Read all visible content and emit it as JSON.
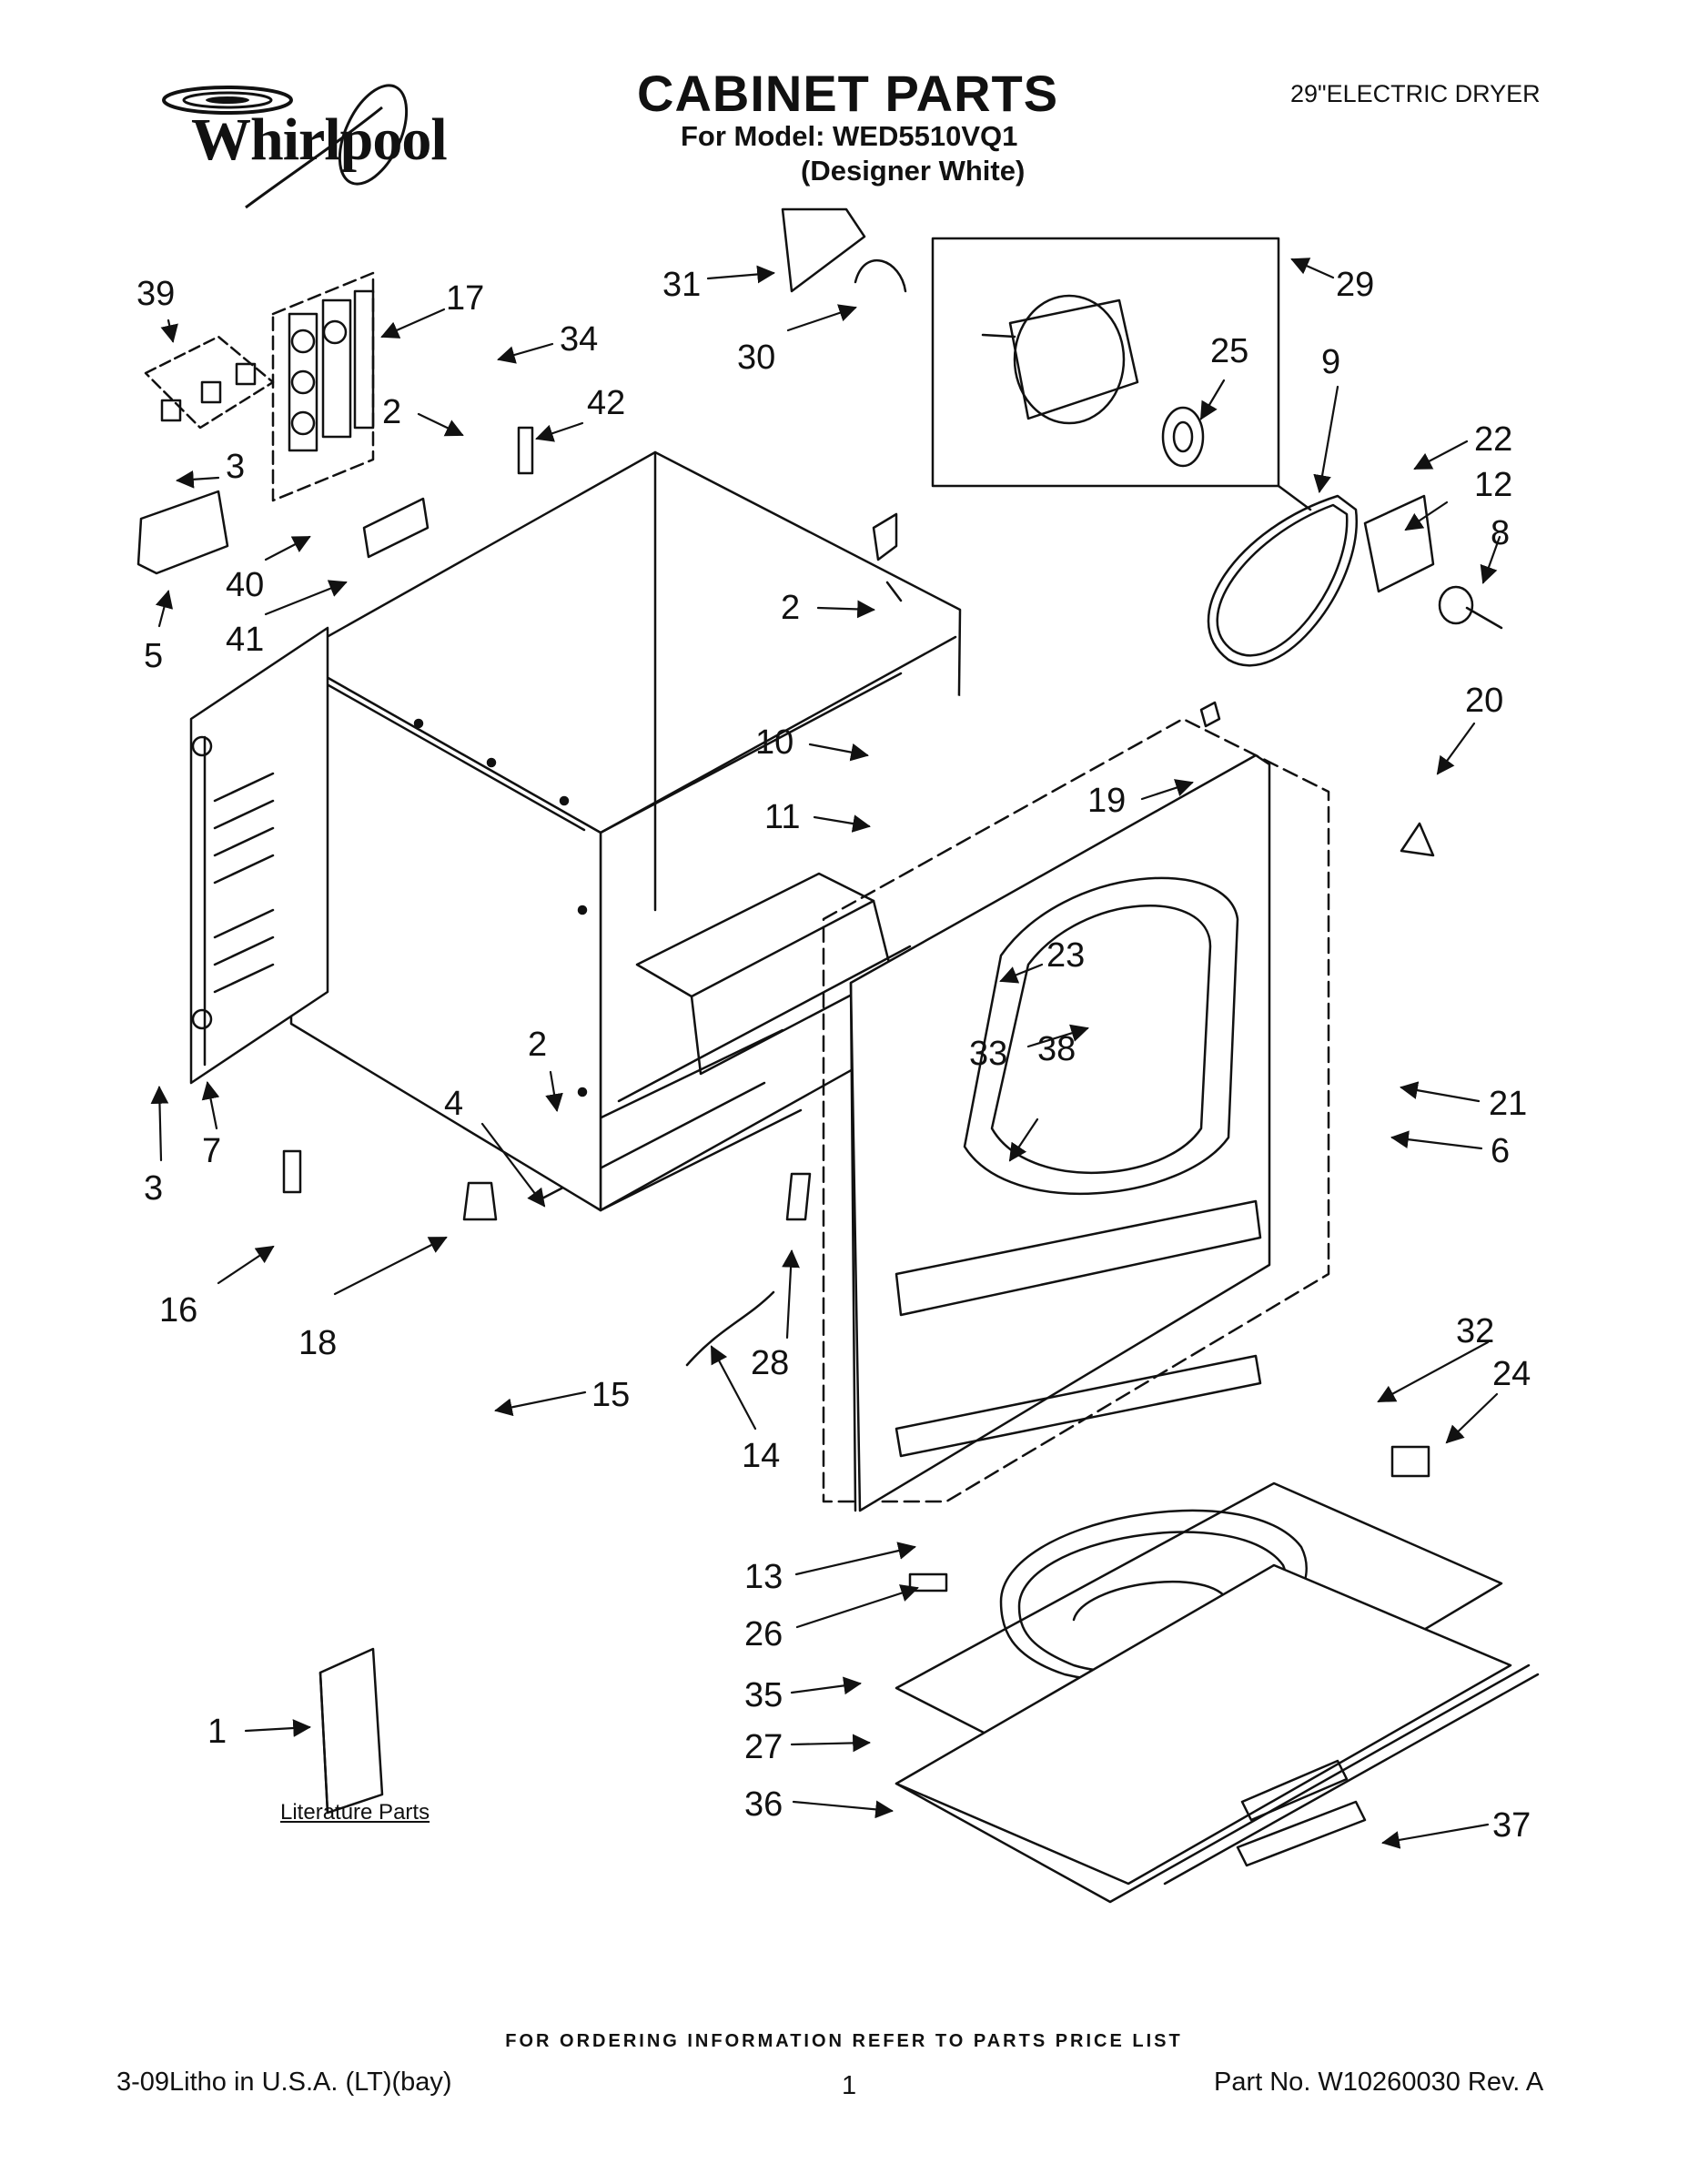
{
  "header": {
    "brand": "Whirlpool",
    "title": "CABINET PARTS",
    "model_line": "For Model: WED5510VQ1",
    "model_variant": "(Designer White)",
    "product_type": "29\"ELECTRIC DRYER"
  },
  "callouts": [
    {
      "id": "c39",
      "label": "39"
    },
    {
      "id": "c17",
      "label": "17"
    },
    {
      "id": "c34",
      "label": "34"
    },
    {
      "id": "c2a",
      "label": "2"
    },
    {
      "id": "c42",
      "label": "42"
    },
    {
      "id": "c3a",
      "label": "3"
    },
    {
      "id": "c40",
      "label": "40"
    },
    {
      "id": "c41",
      "label": "41"
    },
    {
      "id": "c5",
      "label": "5"
    },
    {
      "id": "c31",
      "label": "31"
    },
    {
      "id": "c30",
      "label": "30"
    },
    {
      "id": "c29",
      "label": "29"
    },
    {
      "id": "c25",
      "label": "25"
    },
    {
      "id": "c9",
      "label": "9"
    },
    {
      "id": "c22",
      "label": "22"
    },
    {
      "id": "c12",
      "label": "12"
    },
    {
      "id": "c8",
      "label": "8"
    },
    {
      "id": "c2b",
      "label": "2"
    },
    {
      "id": "c10",
      "label": "10"
    },
    {
      "id": "c11",
      "label": "11"
    },
    {
      "id": "c19",
      "label": "19"
    },
    {
      "id": "c20",
      "label": "20"
    },
    {
      "id": "c23",
      "label": "23"
    },
    {
      "id": "c33",
      "label": "33"
    },
    {
      "id": "c38",
      "label": "38"
    },
    {
      "id": "c21",
      "label": "21"
    },
    {
      "id": "c6",
      "label": "6"
    },
    {
      "id": "c3b",
      "label": "3"
    },
    {
      "id": "c7",
      "label": "7"
    },
    {
      "id": "c2c",
      "label": "2"
    },
    {
      "id": "c4",
      "label": "4"
    },
    {
      "id": "c16",
      "label": "16"
    },
    {
      "id": "c18",
      "label": "18"
    },
    {
      "id": "c15",
      "label": "15"
    },
    {
      "id": "c28",
      "label": "28"
    },
    {
      "id": "c14",
      "label": "14"
    },
    {
      "id": "c32",
      "label": "32"
    },
    {
      "id": "c24",
      "label": "24"
    },
    {
      "id": "c13",
      "label": "13"
    },
    {
      "id": "c26",
      "label": "26"
    },
    {
      "id": "c35",
      "label": "35"
    },
    {
      "id": "c27",
      "label": "27"
    },
    {
      "id": "c36",
      "label": "36"
    },
    {
      "id": "c37",
      "label": "37"
    },
    {
      "id": "c1",
      "label": "1"
    }
  ],
  "literature_label": "Literature Parts",
  "footer": {
    "ordering_note": "FOR ORDERING INFORMATION REFER TO PARTS PRICE LIST",
    "litho": "3-09Litho in U.S.A. (LT)(bay)",
    "page": "1",
    "part_no": "Part No. W10260030 Rev. A"
  }
}
